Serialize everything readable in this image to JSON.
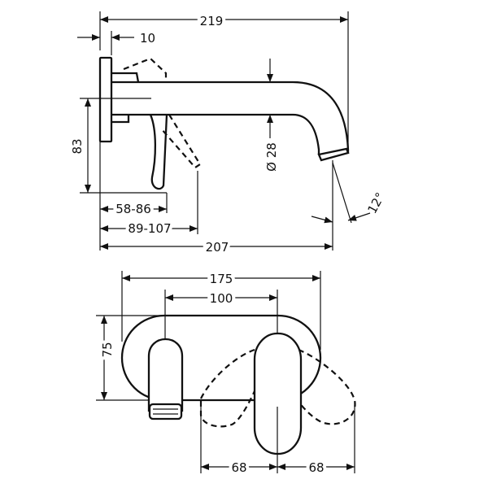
{
  "dimensions": {
    "d219": "219",
    "d10": "10",
    "d83": "83",
    "d28": "Ø 28",
    "d12": "12°",
    "d5886": "58-86",
    "d89107": "89-107",
    "d207": "207",
    "d175": "175",
    "d100": "100",
    "d75": "75",
    "d68a": "68",
    "d68b": "68"
  },
  "colors": {
    "line": "#111111",
    "background": "#ffffff"
  }
}
